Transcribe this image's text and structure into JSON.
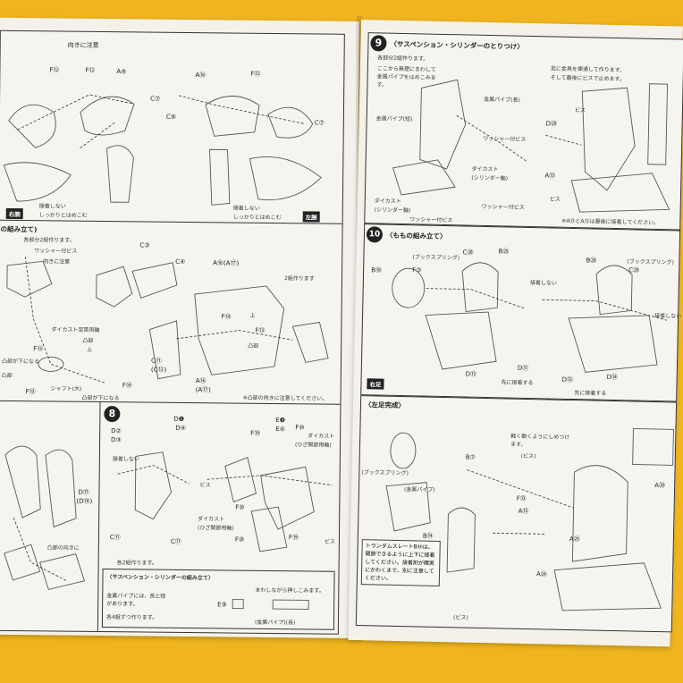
{
  "left_page": {
    "arm_panel": {
      "labels": [
        "向きに注意",
        "F⑫",
        "F⑫",
        "A⑧",
        "C⑦",
        "A⑯",
        "F⑫",
        "C⑧",
        "C⑦",
        "接着しない",
        "しっかりとはめこむ",
        "接着しない",
        "しっかりとはめこむ"
      ],
      "right_tag": "右腕",
      "left_tag": "左腕"
    },
    "leg_panel": {
      "title": "の組み立て)",
      "labels": [
        "各部分2組作ります。",
        "ワッシャー付ビス",
        "向きに注意",
        "C③",
        "C④",
        "A⑯(A⑰)",
        "2組作ります",
        "F⑭",
        "F⑬",
        "ダイカスト足首用軸",
        "凸部",
        "上",
        "F⑬",
        "凸部が下になる",
        "F⑭",
        "凸部",
        "F⑬",
        "シャフト(大)",
        "凸部が下になる",
        "C⑪",
        "(C⑫)",
        "A⑯",
        "(A⑰)",
        "※凸部の向きに注意してください。",
        "凸部",
        "上"
      ]
    },
    "lower_left": {
      "labels": [
        "D⑰",
        "(D⑱)",
        "凸部の向きに"
      ]
    },
    "step8": {
      "number": "8",
      "labels": [
        "D❶",
        "D④",
        "D②",
        "D③",
        "E❸",
        "E④",
        "F⑲",
        "F⑩",
        "ダイカスト",
        "(ひざ関節用軸)",
        "接着しない",
        "ビス",
        "ダイカスト",
        "(ひざ関節用軸)",
        "F⑩",
        "F⑩",
        "F⑲",
        "C⑪",
        "C⑪",
        "ビス",
        "各2組作ります。"
      ],
      "cylinder_title": "〈サスペンション・シリンダーの組み立て〉",
      "cylinder_labels": [
        "まわしながら押しこみます。",
        "E⑨",
        "(金属パイプ)(長)",
        "金属パイプには、長と短があります。",
        "各4組ずつ作ります。"
      ]
    }
  },
  "right_page": {
    "step9": {
      "number": "9",
      "title": "〈サスペンション・シリンダーのとりつけ〉",
      "labels": [
        "各部分2組作ります。",
        "ここから無理にまわして金属パイプをはめこみます。",
        "金属パイプ(長)",
        "ワッシャー付ビス",
        "金属パイプ(短)",
        "ダイカスト",
        "(シリンダー軸)",
        "ダイカスト",
        "(シリンダー軸)",
        "ワッシャー付ビス",
        "ワッシャー付ビス",
        "ビス",
        "D⑳",
        "A⑬",
        "ビス",
        "※A⑬とA⑬は最後に接着してください。",
        "足に金具を挿通して作ります。",
        "そして最後にビスで止めます。"
      ]
    },
    "step10": {
      "number": "10",
      "title": "〈ももの組み立て〉",
      "labels": [
        "B⑱",
        "(ブックスプリング)",
        "C⑳",
        "B㉕",
        "F③",
        "接着しない",
        "B㉖",
        "(ブックスプリング)",
        "C⑳",
        "接着しない",
        "D⑫",
        "D⑪",
        "先に接着する",
        "D⑫",
        "D⑭",
        "先に接着する",
        "右足"
      ],
      "right_tag": "右足"
    },
    "step11": {
      "title": "〈左足完成〉",
      "labels": [
        "(ブックスプリング)",
        "(金属パイプ)",
        "軽く動くようにしめつけます。",
        "(ビス)",
        "B⑦",
        "F⑬",
        "A⑮",
        "A⑳",
        "B⑭",
        "A㉔",
        "A㉕",
        "トランダムスレートB⑭は、関節できるように上下に接着してください。接着剤が確実にかわくまで、別に注意してください。",
        "(ビス)"
      ]
    }
  }
}
